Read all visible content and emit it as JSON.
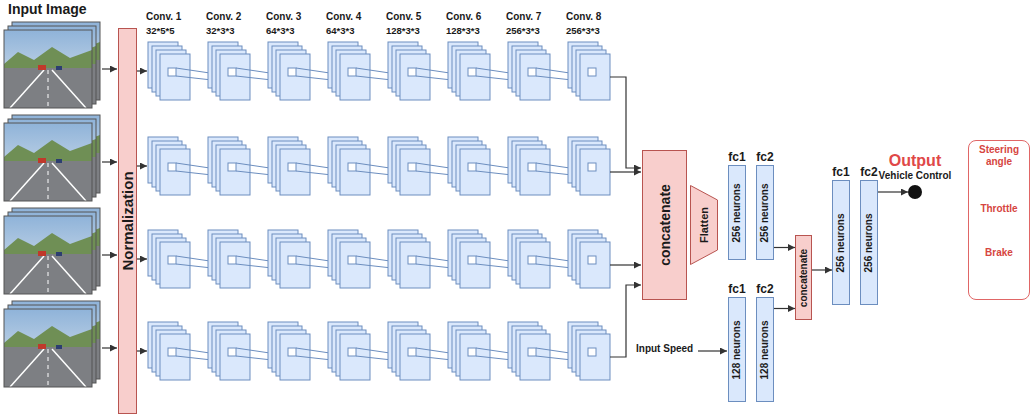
{
  "diagram": {
    "nodes": [
      {
        "text": [
          "Normalization"
        ]
      },
      {
        "text": [
          "concatenate"
        ]
      },
      {
        "text": [
          "Flatten"
        ]
      },
      {
        "text": [
          "fc1",
          "256 neurons"
        ]
      },
      {
        "text": [
          "fc2",
          "256 neurons"
        ]
      },
      {
        "text": [
          "fc1",
          "128 neurons"
        ]
      },
      {
        "text": [
          "fc2",
          "128 neurons"
        ]
      },
      {
        "text": [
          "concatenate"
        ]
      },
      {
        "text": [
          "fc1",
          "256 neurons"
        ]
      },
      {
        "text": [
          "fc2",
          "256 neurons"
        ]
      },
      {
        "text": [
          "Output",
          "Vehicle Control"
        ]
      },
      {
        "text": [
          "Steering angle",
          "Throttle",
          "Brake"
        ]
      }
    ],
    "edges": [
      {
        "from": 4,
        "to": 7,
        "arrow": "to"
      },
      {
        "from": 6,
        "to": 7,
        "arrow": "to"
      },
      {
        "from": 7,
        "to": 8,
        "arrow": "to"
      },
      {
        "from": 9,
        "to": 10,
        "arrow": "to"
      }
    ],
    "labels": [
      "Input Image",
      "Conv. 1",
      "32*5*5",
      "Conv. 2",
      "32*3*3",
      "Conv. 3",
      "64*3*3",
      "Conv. 4",
      "64*3*3",
      "Conv. 5",
      "128*3*3",
      "Conv. 6",
      "128*3*3",
      "Conv. 7",
      "256*3*3",
      "Conv. 8",
      "256*3*3",
      "Input Speed"
    ]
  }
}
